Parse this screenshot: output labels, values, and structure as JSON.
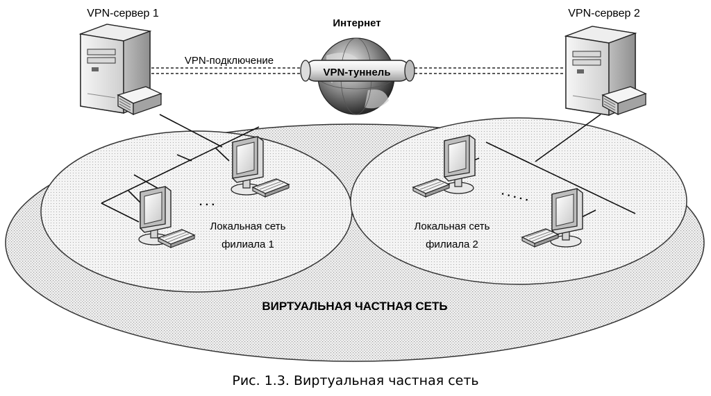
{
  "diagram": {
    "server1_label": "VPN-сервер 1",
    "server2_label": "VPN-сервер 2",
    "internet_label": "Интернет",
    "vpn_connection_label": "VPN-подключение",
    "tunnel_label": "VPN-туннель",
    "lan1_line1": "Локальная сеть",
    "lan1_line2": "филиала 1",
    "lan2_line1": "Локальная сеть",
    "lan2_line2": "филиала 2",
    "vpn_label": "ВИРТУАЛЬНАЯ ЧАСТНАЯ СЕТЬ",
    "ellipsis_1": ". . .",
    "ellipsis_2": ". . . . ."
  },
  "caption": "Рис. 1.3. Виртуальная частная сеть"
}
